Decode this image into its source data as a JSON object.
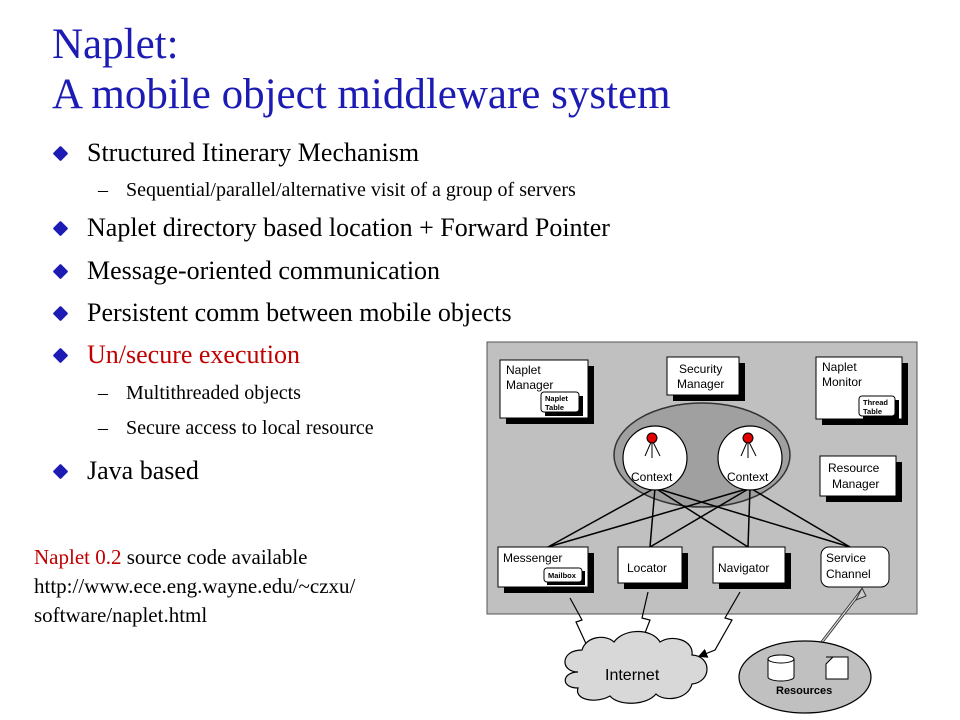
{
  "slide": {
    "title_line1": "Naplet:",
    "title_line2": "A mobile object middleware system"
  },
  "bullets": {
    "b1": "Structured Itinerary Mechanism",
    "b1_sub": "Sequential/parallel/alternative visit of a group of servers",
    "b2": "Naplet directory based location + Forward Pointer",
    "b3": "Message-oriented communication",
    "b4": "Persistent comm between mobile objects",
    "b5": "Un/secure execution",
    "b5_sub1": "Multithreaded objects",
    "b5_sub2": "Secure access to local resource",
    "b6": "Java based",
    "dash": "–"
  },
  "note": {
    "version": "Naplet 0.2",
    "rest": " source code available",
    "url1": "http://www.ece.eng.wayne.edu/~czxu/",
    "url2": "software/naplet.html"
  },
  "diagram": {
    "naplet_manager_1": "Naplet",
    "naplet_manager_2": "Manager",
    "naplet_table_1": "Naplet",
    "naplet_table_2": "Table",
    "security_manager_1": "Security",
    "security_manager_2": "Manager",
    "naplet_monitor_1": "Naplet",
    "naplet_monitor_2": "Monitor",
    "thread_table_1": "Thread",
    "thread_table_2": "Table",
    "context_1": "Context",
    "context_2": "Context",
    "resource_manager_1": "Resource",
    "resource_manager_2": "Manager",
    "messenger": "Messenger",
    "mailbox": "Mailbox",
    "locator": "Locator",
    "navigator": "Navigator",
    "service_channel_1": "Service",
    "service_channel_2": "Channel",
    "internet": "Internet",
    "resources": "Resources"
  },
  "colors": {
    "title_blue": "#1c1cb4",
    "highlight_red": "#c00000",
    "panel_gray": "#c0c0c0",
    "ellipse_gray": "#a0a0a0",
    "agent_red": "#e00000"
  }
}
